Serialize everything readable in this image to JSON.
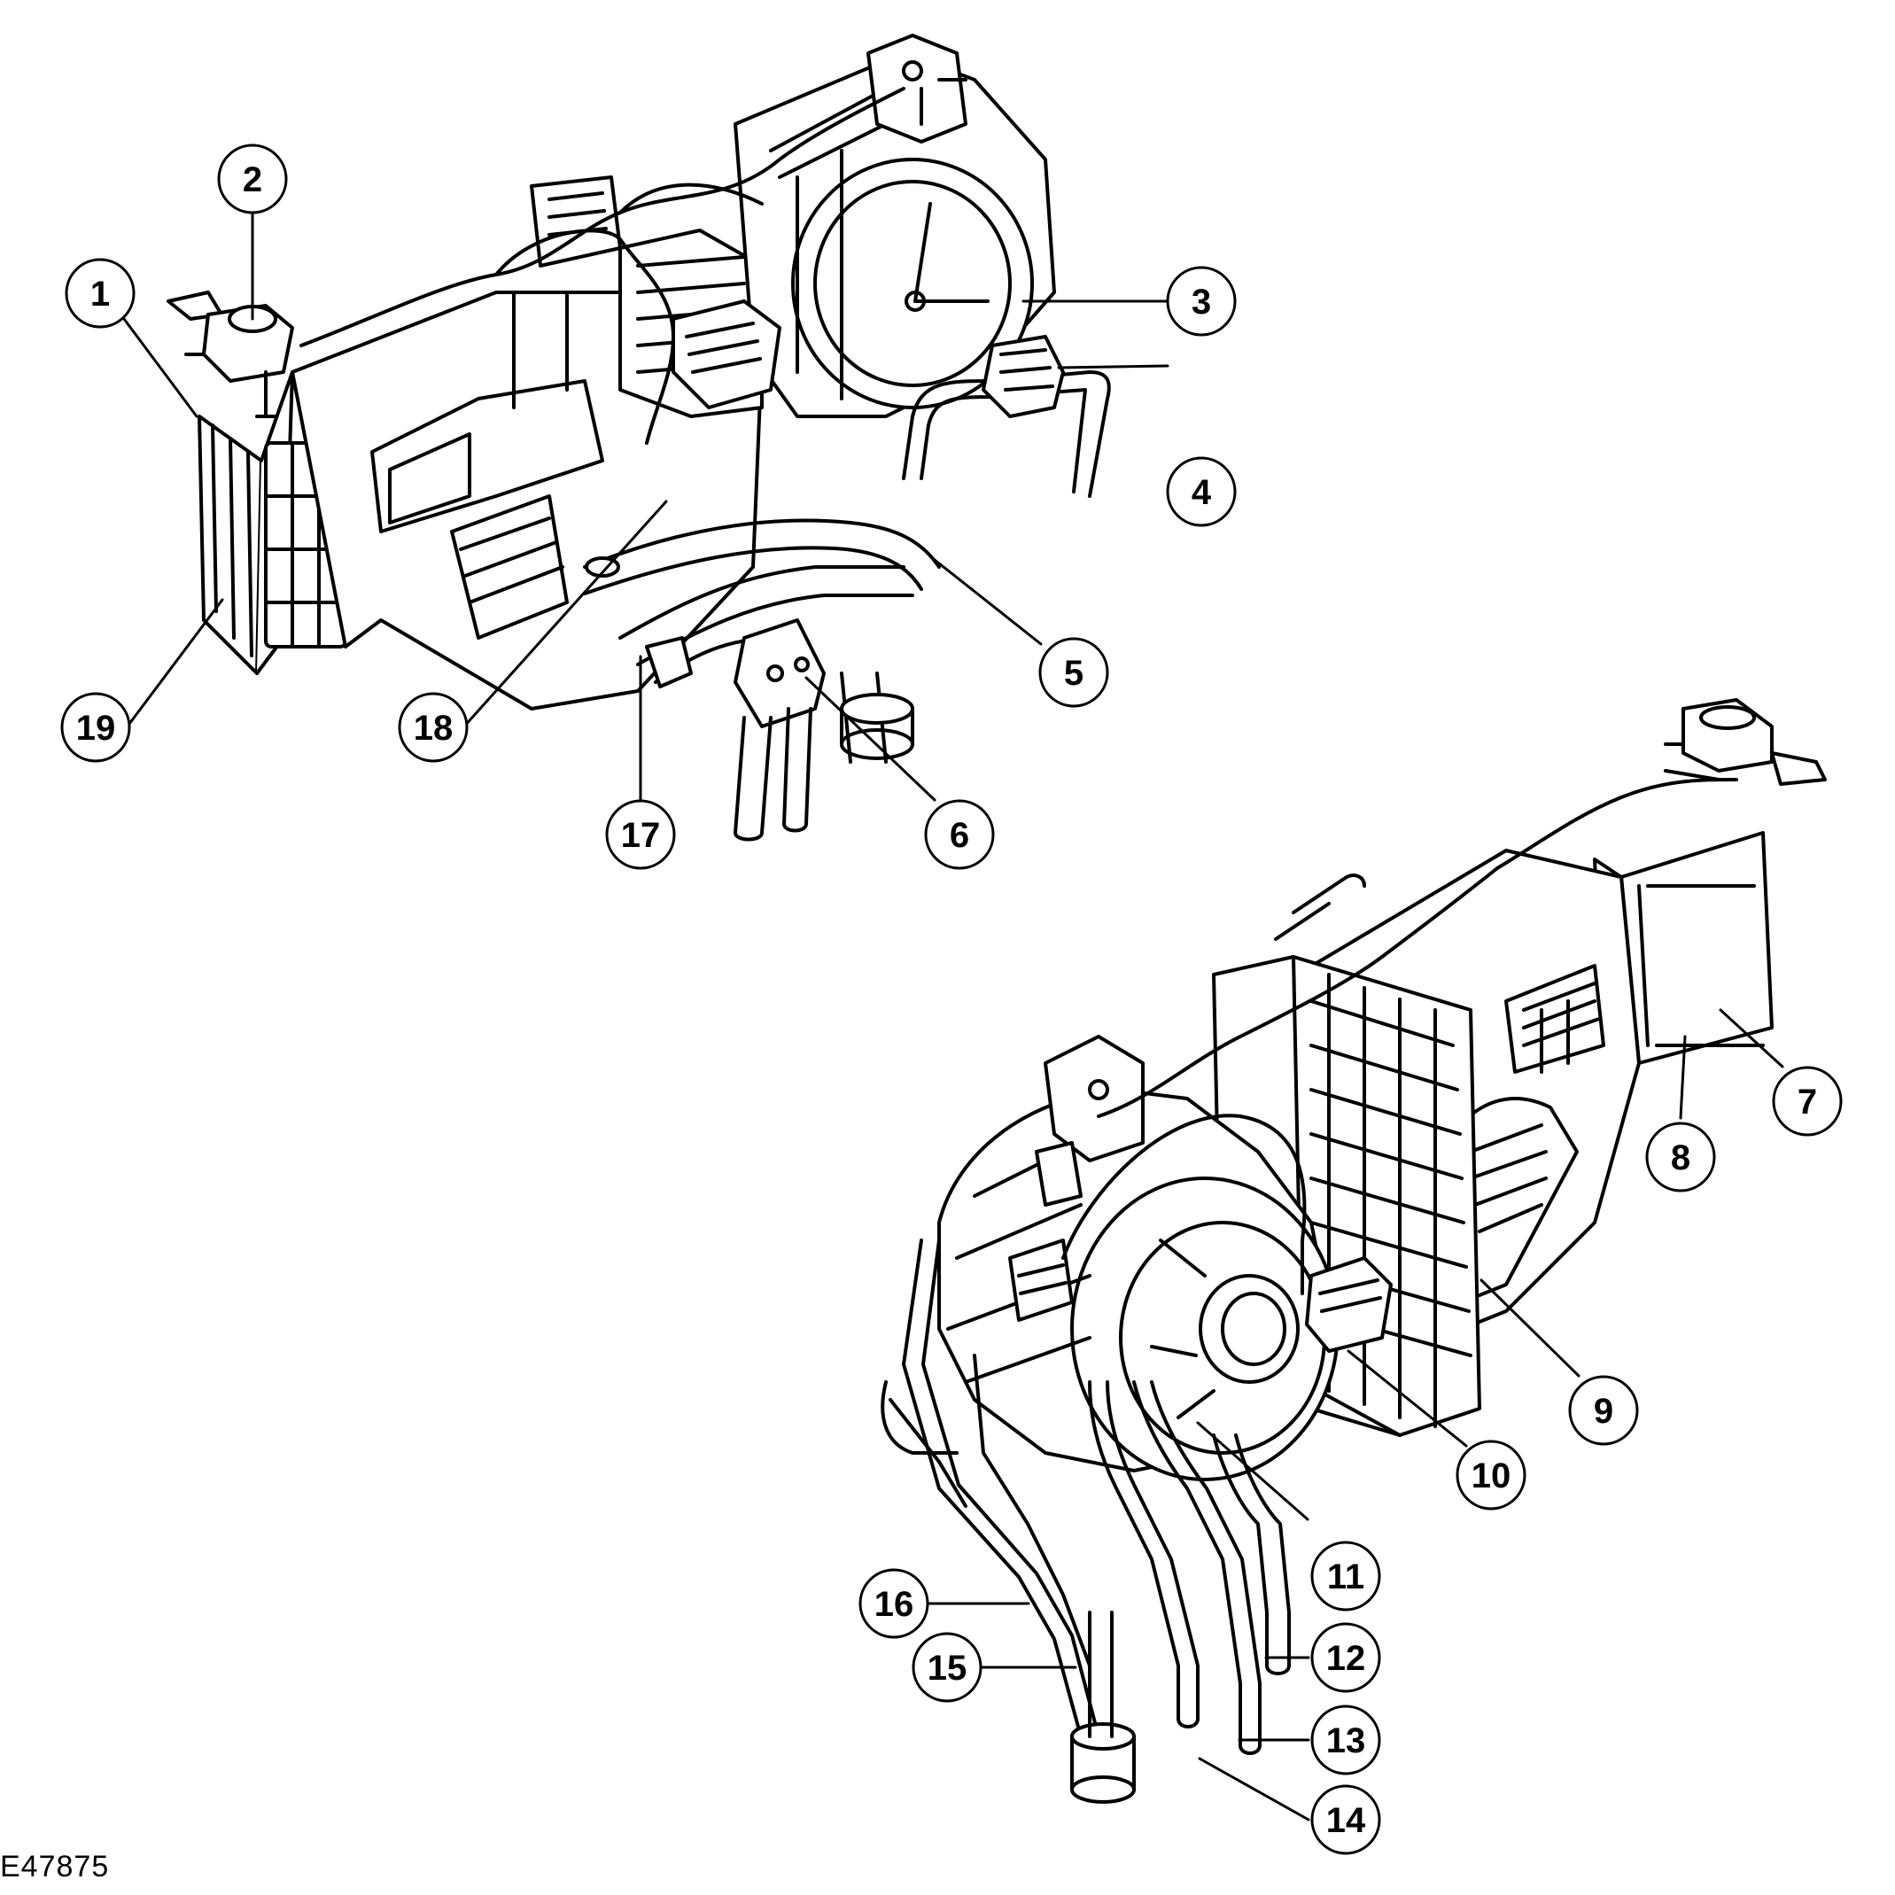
{
  "figure_id": "E47875",
  "colors": {
    "ink": "#000000",
    "paper": "#ffffff"
  },
  "illustrations": [
    {
      "name": "hvac-unit-front-view",
      "description_icon": "hvac-assembly-icon"
    },
    {
      "name": "hvac-unit-rear-view",
      "description_icon": "hvac-assembly-icon"
    }
  ],
  "callouts": [
    "1",
    "2",
    "3",
    "4",
    "5",
    "6",
    "7",
    "8",
    "9",
    "10",
    "11",
    "12",
    "13",
    "14",
    "15",
    "16",
    "17",
    "18",
    "19"
  ]
}
